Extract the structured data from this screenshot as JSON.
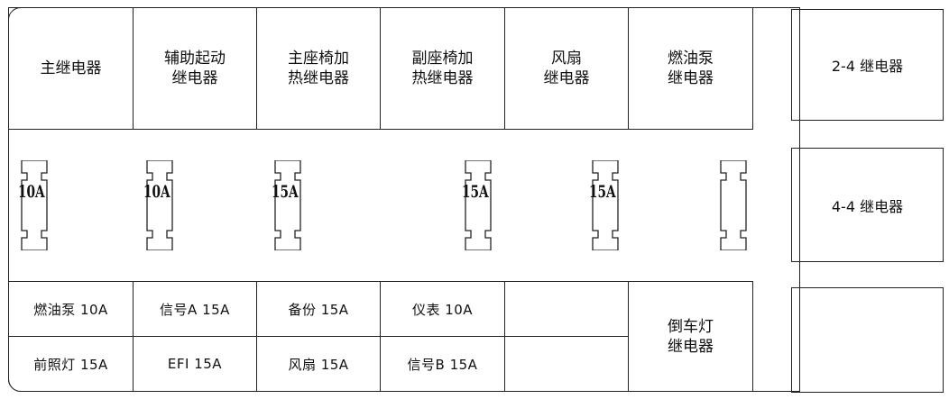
{
  "top_relays": [
    {
      "label": "主继电器"
    },
    {
      "label": "辅助起动\n继电器"
    },
    {
      "label": "主座椅加\n热继电器"
    },
    {
      "label": "副座椅加\n热继电器"
    },
    {
      "label": "风扇\n继电器"
    },
    {
      "label": "燃油泵\n继电器"
    }
  ],
  "fuses_middle": [
    "10A",
    "10A",
    "15A",
    "15A",
    "15A",
    ""
  ],
  "bottom_row1": [
    "燃油泵 10A",
    "信号A 15A",
    "备份 15A",
    "仪表 10A",
    ""
  ],
  "bottom_row2": [
    "前照灯 15A",
    "EFI 15A",
    "风扇 15A",
    "信号B 15A",
    ""
  ],
  "reverse_relay": "倒车灯\n继电器",
  "right_relays": [
    "2-4 继电器",
    "4-4 继电器",
    ""
  ]
}
